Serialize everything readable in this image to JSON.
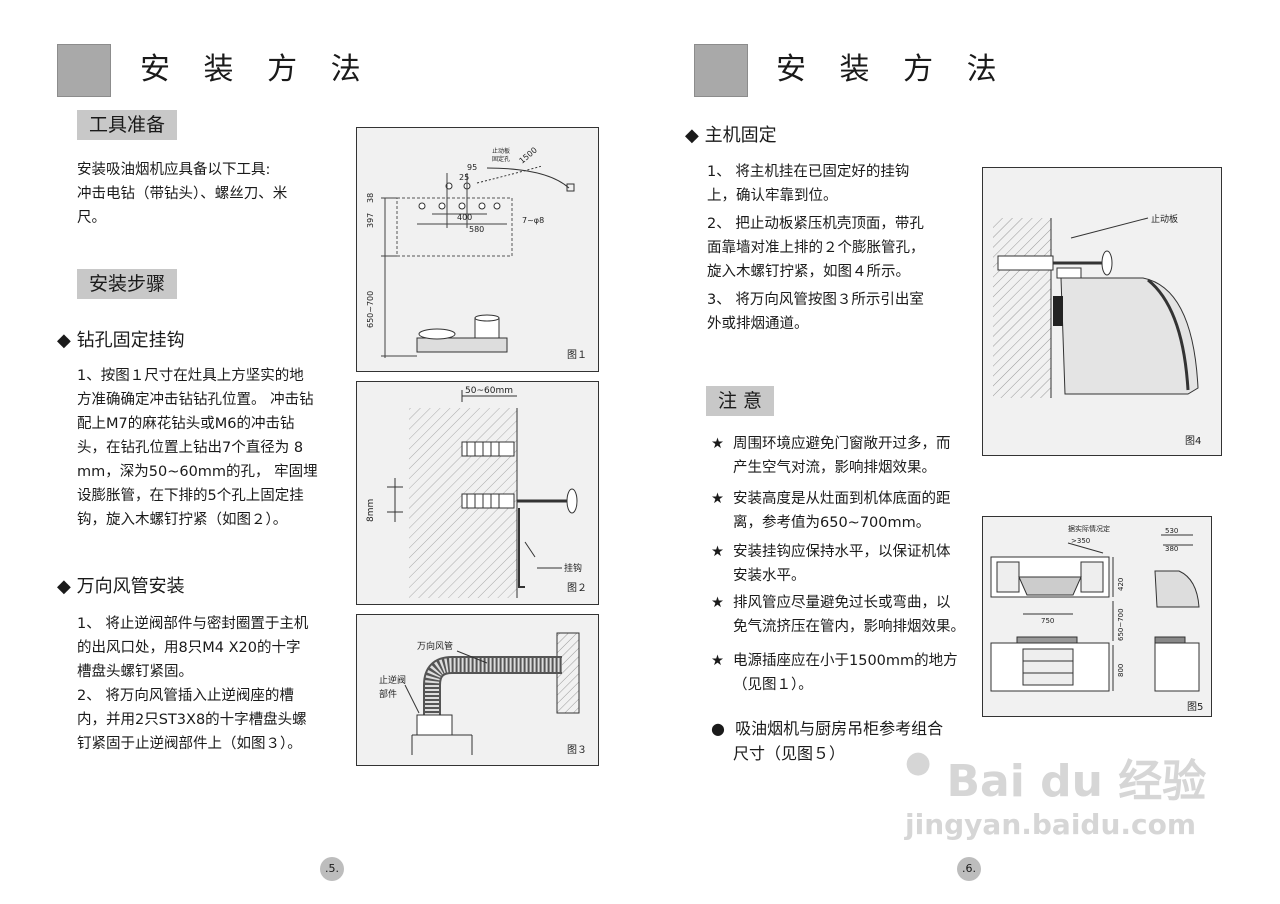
{
  "left": {
    "title": "安 装 方 法",
    "tools_label": "工具准备",
    "tools_text": [
      "安装吸油烟机应具备以下工具:",
      "冲击电钻（带钻头）、螺丝刀、米",
      "尺。"
    ],
    "steps_label": "安装步骤",
    "drill_heading": "钻孔固定挂钩",
    "drill_text": [
      "1、按图１尺寸在灶具上方坚实的地",
      "方准确确定冲击钻钻孔位置。 冲击钻",
      "配上M7的麻花钻头或M6的冲击钻",
      "头，在钻孔位置上钻出7个直径为 8",
      "mm，深为50~60mm的孔，  牢固埋",
      "设膨胀管，在下排的5个孔上固定挂",
      "钩，旋入木螺钉拧紧（如图２）。"
    ],
    "duct_heading": "万向风管安装",
    "duct_text": [
      "1、 将止逆阀部件与密封圈置于主机",
      "的出风口处，用8只M4  X20的十字",
      "槽盘头螺钉紧固。",
      "2、  将万向风管插入止逆阀座的槽",
      "内，并用2只ST3X8的十字槽盘头螺",
      "钉紧固于止逆阀部件上（如图３）。"
    ],
    "page_number": ".5."
  },
  "right": {
    "title": "安 装 方 法",
    "main_heading": "主机固定",
    "main_text": [
      "1、   将主机挂在已固定好的挂钩",
      "上，确认牢靠到位。",
      "2、 把止动板紧压机壳顶面，带孔",
      "面靠墙对准上排的２个膨胀管孔，",
      "旋入木螺钉拧紧，如图４所示。",
      "3、 将万向风管按图３所示引出室",
      "外或排烟通道。"
    ],
    "notice_label": "注   意",
    "notices": [
      [
        "周围环境应避免门窗敞开过多，而",
        "产生空气对流，影响排烟效果。"
      ],
      [
        "安装高度是从灶面到机体底面的距",
        "离，参考值为650~700mm。"
      ],
      [
        "安装挂钩应保持水平，以保证机体",
        "安装水平。"
      ],
      [
        "排风管应尽量避免过长或弯曲，以",
        "免气流挤压在管内，影响排烟效果。"
      ],
      [
        "电源插座应在小于1500mm的地方",
        "（见图１）。"
      ]
    ],
    "combo_text": [
      "吸油烟机与厨房吊柜参考组合",
      "尺寸（见图５）"
    ],
    "page_number": ".6."
  },
  "figures": {
    "fig1": {
      "label": "图１",
      "dims": [
        "38",
        "397",
        "650~700",
        "400",
        "580",
        "95",
        "25",
        "7~φ8",
        "止动板",
        "固定孔",
        "1500"
      ]
    },
    "fig2": {
      "label": "图２",
      "dims": [
        "50~60mm",
        "8mm"
      ],
      "hook": "挂钩"
    },
    "fig3": {
      "label": "图３",
      "duct": "万向风管",
      "valve": "止逆阀",
      "part": "部件"
    },
    "fig4": {
      "label": "图4",
      "stop_plate": "止动板"
    },
    "fig5": {
      "label": "图5",
      "note": "据实际情况定",
      "dims": [
        ">350",
        "530",
        "380",
        "420",
        "650~700",
        "750",
        "800"
      ]
    }
  },
  "watermark": {
    "logo": "Bai du 经验",
    "url": "jingyan.baidu.com"
  }
}
